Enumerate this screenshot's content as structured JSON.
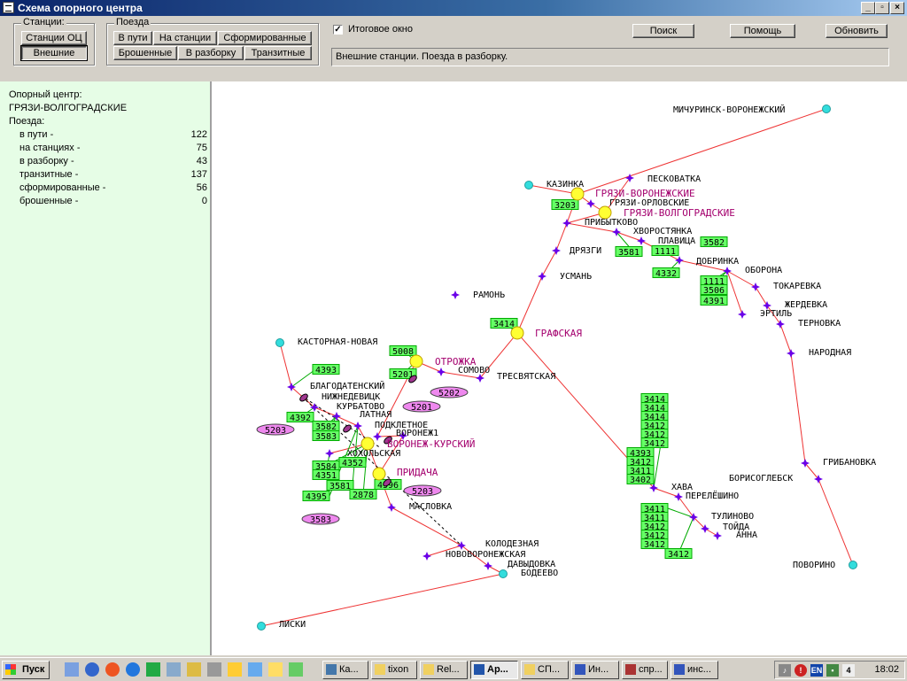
{
  "window": {
    "title": "Схема опорного центра"
  },
  "toolbar": {
    "stations_group_label": "Станции:",
    "btn_stations_oc": "Станции ОЦ",
    "btn_external": "Внешние",
    "trains_group_label": "Поезда",
    "btn_in_transit": "В пути",
    "btn_at_stations": "На станции",
    "btn_formed": "Сформированные",
    "btn_abandoned": "Брошенные",
    "btn_disassembly": "В разборку",
    "btn_transit": "Транзитные",
    "summary_checkbox_label": "Итоговое окно",
    "summary_checked": true,
    "btn_search": "Поиск",
    "btn_help": "Помощь",
    "btn_refresh": "Обновить",
    "status_text": "Внешние станции. Поезда в разборку."
  },
  "left_panel": {
    "center_label": "Опорный центр:",
    "center_name": "ГРЯЗИ-ВОЛГОГРАДСКИЕ",
    "trains_label": "Поезда:",
    "stats": [
      {
        "label": "в пути -",
        "value": "122"
      },
      {
        "label": "на станциях -",
        "value": "75"
      },
      {
        "label": "в разборку -",
        "value": "43"
      },
      {
        "label": "транзитные -",
        "value": "137"
      },
      {
        "label": "сформированные -",
        "value": "56"
      },
      {
        "label": "брошенные -",
        "value": "0"
      }
    ]
  },
  "colors": {
    "node_small": "#6a00e8",
    "node_hub": "#ffff33",
    "node_external": "#33dddd",
    "line": "#ee3333",
    "train_box": "#66ff66",
    "train_border": "#00aa00",
    "train_ellipse": "#ee88ee",
    "hub_label": "#a4006e"
  },
  "map": {
    "stations": [
      {
        "label": "МИЧУРИНСК-ВОРОНЕЖСКИЙ"
      },
      {
        "label": "ПЕСКОВАТКА"
      },
      {
        "label": "КАЗИНКА"
      },
      {
        "label": "ГРЯЗИ-ВОРОНЕЖСКИЕ"
      },
      {
        "label": "ГРЯЗИ-ОРЛОВСКИЕ"
      },
      {
        "label": "ГРЯЗИ-ВОЛГОГРАДСКИЕ"
      },
      {
        "label": "ПРИБЫТКОВО"
      },
      {
        "label": "ХВОРОСТЯНКА"
      },
      {
        "label": "ПЛАВИЦА"
      },
      {
        "label": "ДРЯЗГИ"
      },
      {
        "label": "ДОБРИНКА"
      },
      {
        "label": "ОБОРОНА"
      },
      {
        "label": "УСМАНЬ"
      },
      {
        "label": "ТОКАРЕВКА"
      },
      {
        "label": "РАМОНЬ"
      },
      {
        "label": "ЖЕРДЕВКА"
      },
      {
        "label": "ЭРТИЛЬ"
      },
      {
        "label": "ТЕРНОВКА"
      },
      {
        "label": "ГРАФСКАЯ"
      },
      {
        "label": "КАСТОРНАЯ-НОВАЯ"
      },
      {
        "label": "НАРОДНАЯ"
      },
      {
        "label": "ОТРОЖКА"
      },
      {
        "label": "СОМОВО"
      },
      {
        "label": "ТРЕСВЯТСКАЯ"
      },
      {
        "label": "БЛАГОДАТЕНСКИЙ"
      },
      {
        "label": "НИЖНЕДЕВИЦК"
      },
      {
        "label": "КУРБАТОВО"
      },
      {
        "label": "ЛАТНАЯ"
      },
      {
        "label": "ПОДКЛЕТНОЕ"
      },
      {
        "label": "ВОРОНЕЖ1"
      },
      {
        "label": "ВОРОНЕЖ-КУРСКИЙ"
      },
      {
        "label": "ХОХОЛЬСКАЯ"
      },
      {
        "label": "ПРИДАЧА"
      },
      {
        "label": "ГРИБАНОВКА"
      },
      {
        "label": "БОРИСОГЛЕБСК"
      },
      {
        "label": "ХАВА"
      },
      {
        "label": "ПЕРЕЛЁШИНО"
      },
      {
        "label": "МАСЛОВКА"
      },
      {
        "label": "ТУЛИНОВО"
      },
      {
        "label": "ТОЙДА"
      },
      {
        "label": "АННА"
      },
      {
        "label": "КОЛОДЕЗНАЯ"
      },
      {
        "label": "НОВОВОРОНЕЖСКАЯ"
      },
      {
        "label": "ДАВЫДОВКА"
      },
      {
        "label": "БОДЕЕВО"
      },
      {
        "label": "ПОВОРИНО"
      },
      {
        "label": "ЛИСКИ"
      }
    ],
    "trains": [
      "3203",
      "3582",
      "1111",
      "3581",
      "4332",
      "1111",
      "3506",
      "4391",
      "3414",
      "5008",
      "5201",
      "5202",
      "5201",
      "4393",
      "4392",
      "5203",
      "3582",
      "3583",
      "4352",
      "3584",
      "4351",
      "3581",
      "4395",
      "2878",
      "4396",
      "5203",
      "3583",
      "3414",
      "3414",
      "3414",
      "3412",
      "3412",
      "3412",
      "4393",
      "3412",
      "3411",
      "3402",
      "3411",
      "3411",
      "3412",
      "3412",
      "3412",
      "3412"
    ]
  },
  "taskbar": {
    "start": "Пуск",
    "items": [
      "Ка...",
      "tixon",
      "Rel...",
      "Ар...",
      "СП...",
      "Ин...",
      "спр...",
      "инс..."
    ],
    "tray_lang": "EN",
    "clock": "18:02"
  }
}
